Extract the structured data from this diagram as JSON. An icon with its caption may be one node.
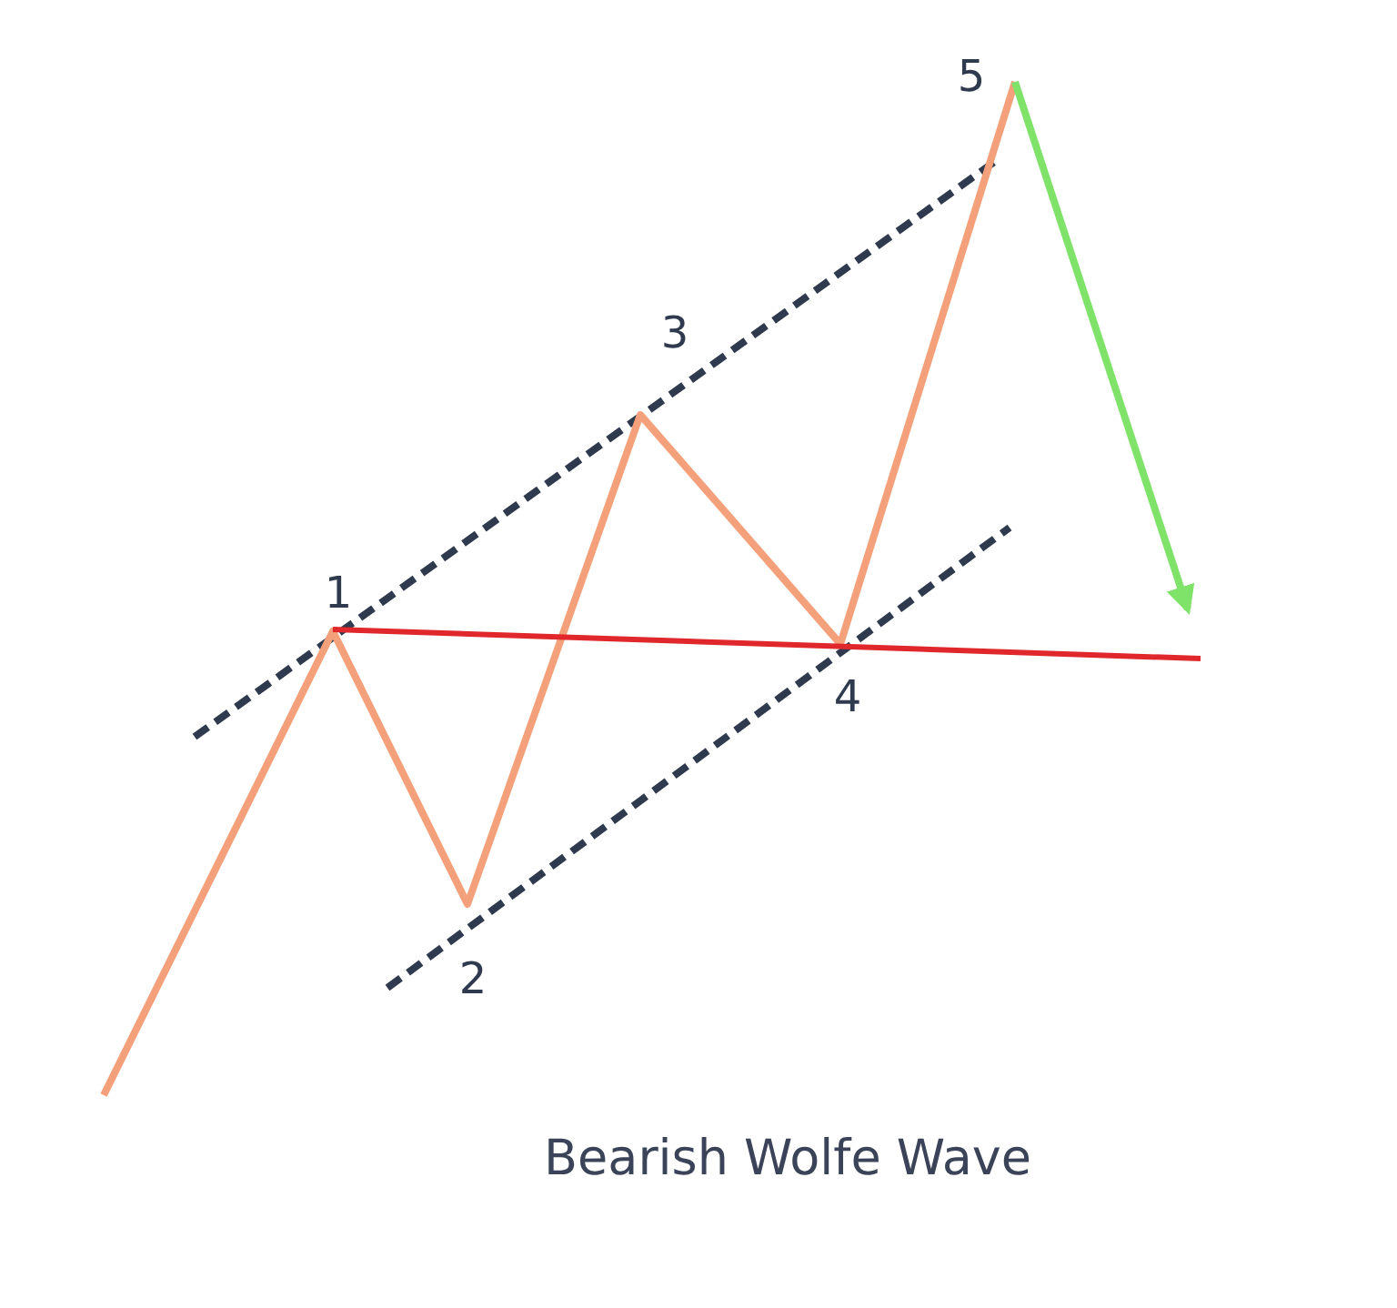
{
  "diagram": {
    "caption": "Bearish Wolfe Wave",
    "labels": [
      "1",
      "2",
      "3",
      "4",
      "5"
    ]
  }
}
